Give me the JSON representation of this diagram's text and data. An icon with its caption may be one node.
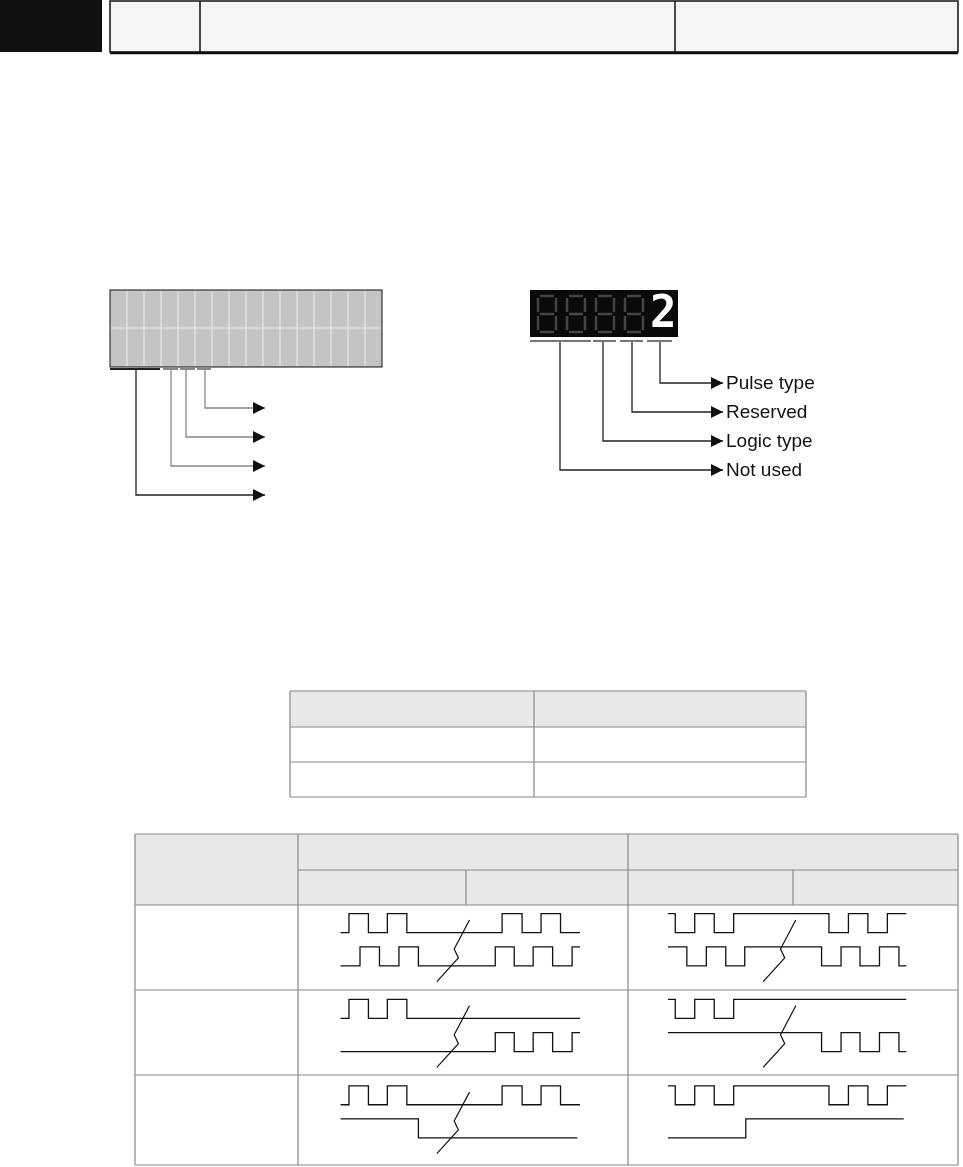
{
  "diagram": {
    "nodes": [
      {
        "text": [],
        "shape": "bar"
      },
      {
        "text": [],
        "shape": "bar"
      },
      {
        "text": [],
        "shape": "bar"
      },
      {
        "text": [],
        "shape": "bar"
      },
      {
        "text": [],
        "shape": "bar"
      },
      {
        "text": [],
        "shape": "bar"
      },
      {
        "text": [],
        "shape": "bar"
      },
      {
        "text": [],
        "shape": "bar"
      },
      {
        "text": [
          "Pulse type"
        ]
      },
      {
        "text": [
          "Reserved"
        ]
      },
      {
        "text": [
          "Logic type"
        ]
      },
      {
        "text": [
          "Not used"
        ]
      }
    ],
    "edges": [
      {
        "from": 3,
        "to": null,
        "arrow": "to",
        "color": "#888888"
      },
      {
        "from": 2,
        "to": null,
        "arrow": "to",
        "color": "#888888"
      },
      {
        "from": 1,
        "to": null,
        "arrow": "to",
        "color": "#888888"
      },
      {
        "from": 0,
        "to": null,
        "arrow": "to"
      },
      {
        "from": 7,
        "to": 8,
        "arrow": "to"
      },
      {
        "from": 6,
        "to": 9,
        "arrow": "to"
      },
      {
        "from": 5,
        "to": 10,
        "arrow": "to"
      },
      {
        "from": 4,
        "to": 11,
        "arrow": "to"
      }
    ],
    "labels": [
      "2"
    ]
  }
}
